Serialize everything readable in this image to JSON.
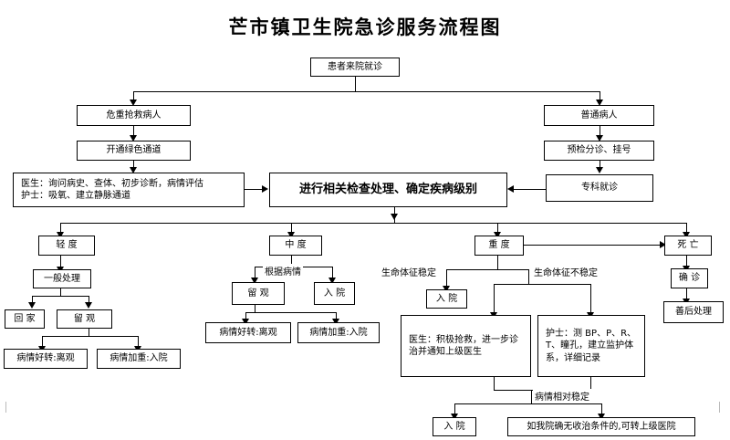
{
  "title": "芒市镇卫生院急诊服务流程图",
  "nodes": {
    "patient": "患者来院就诊",
    "critical": "危重抢救病人",
    "ordinary": "普通病人",
    "green": "开通绿色通道",
    "triage": "预检分诊、挂号",
    "exam": "进行相关检查处理、确定疾病级别",
    "doctor_line1": "医生：询问病史、查体、初步诊断，病情评估",
    "doctor_line2": "护士：吸氧、建立静脉通道",
    "specialty": "专科就诊",
    "mild": "轻 度",
    "moderate": "中 度",
    "severe": "重 度",
    "death": "死 亡",
    "general": "一般处理",
    "home": "回 家",
    "observe1": "留 观",
    "better1": "病情好转:离观",
    "worse1": "病情加重:入院",
    "observe2": "留 观",
    "admit2": "入 院",
    "better2": "病情好转:离观",
    "worse2": "病情加重:入院",
    "admit3": "入 院",
    "doc_rescue": "医生：积极抢救，进一步诊治并通知上级医生",
    "nurse_rescue": "护士：测 BP、P、R、T、瞳孔，建立监护体系，详细记录",
    "confirm": "确 诊",
    "after": "善后处理",
    "admit4": "入 院",
    "transfer": "如我院确无收治条件的,可转上级医院"
  },
  "labels": {
    "by_condition": "根据病情",
    "stable": "生命体征稳定",
    "unstable": "生命体征不稳定",
    "rel_stable": "病情相对稳定"
  }
}
